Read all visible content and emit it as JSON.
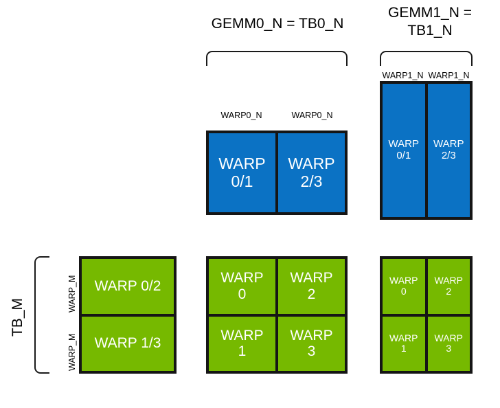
{
  "diagram": {
    "title_gemm0": "GEMM0_N = TB0_N",
    "title_gemm1": "GEMM1_N =\nTB1_N",
    "tb_m_label": "TB_M",
    "colors": {
      "blue": "#0b72c4",
      "green": "#76b900",
      "outline": "#151515",
      "text_on_block": "#ffffff",
      "label_text": "#000000",
      "background": "#ffffff"
    }
  },
  "gemm0_block": {
    "column_labels": [
      "WARP0_N",
      "WARP0_N"
    ],
    "cells": [
      "WARP\n0/1",
      "WARP\n2/3"
    ]
  },
  "gemm1_block": {
    "column_labels": [
      "WARP1_N",
      "WARP1_N"
    ],
    "cells": [
      "WARP\n0/1",
      "WARP\n2/3"
    ]
  },
  "tbm_block": {
    "row_labels": [
      "WARP_M",
      "WARP_M"
    ],
    "cells": [
      "WARP 0/2",
      "WARP 1/3"
    ]
  },
  "middle_green_block": {
    "cells": [
      "WARP\n0",
      "WARP\n2",
      "WARP\n1",
      "WARP\n3"
    ]
  },
  "right_green_block": {
    "cells": [
      "WARP\n0",
      "WARP\n2",
      "WARP\n1",
      "WARP\n3"
    ]
  }
}
